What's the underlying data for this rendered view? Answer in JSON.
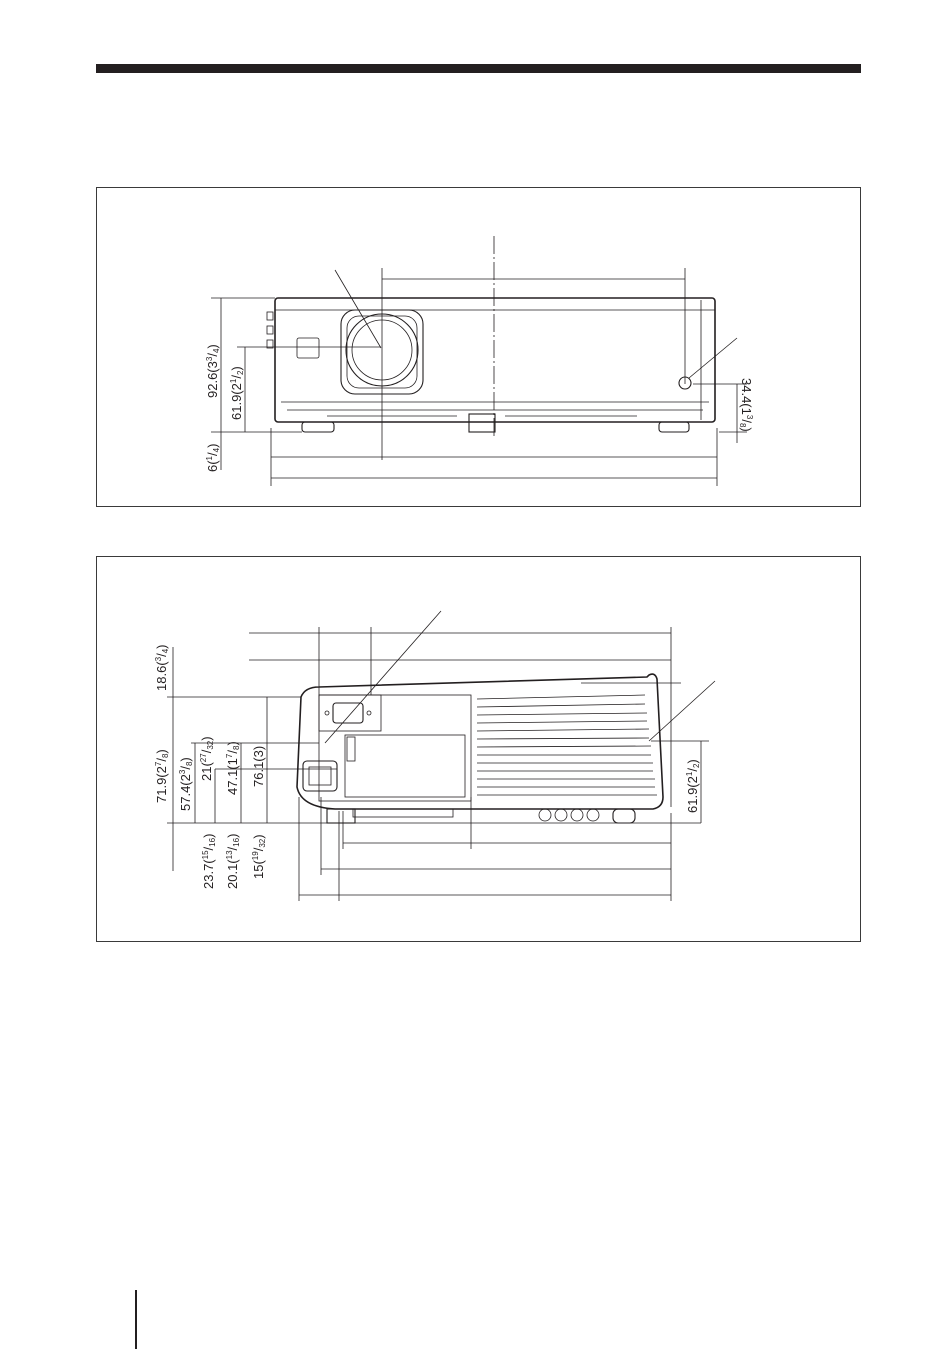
{
  "front_view": {
    "dims": {
      "height_total": "92.6(3",
      "height_total_frac": "3",
      "height_total_den": "4",
      "height_lens": "61.9(2",
      "height_lens_frac": "1",
      "height_lens_den": "2",
      "foot": "6(",
      "foot_frac": "1",
      "foot_den": "4",
      "sensor_height": "34.4(1",
      "sensor_height_frac": "3",
      "sensor_height_den": "8"
    }
  },
  "rear_view": {
    "dims": {
      "d18": "18.6(",
      "d18_frac": "3",
      "d18_den": "4",
      "d71": "71.9(2",
      "d71_frac": "7",
      "d71_den": "8",
      "d57": "57.4(2",
      "d57_frac": "3",
      "d57_den": "8",
      "d21": "21(",
      "d21_frac": "27",
      "d21_den": "32",
      "d47": "47.1(1",
      "d47_frac": "7",
      "d47_den": "8",
      "d76": "76.1(3)",
      "d23": "23.7(",
      "d23_frac": "15",
      "d23_den": "16",
      "d20": "20.1(",
      "d20_frac": "13",
      "d20_den": "16",
      "d15": "15(",
      "d15_frac": "19",
      "d15_den": "32",
      "d61": "61.9(2",
      "d61_frac": "1",
      "d61_den": "2"
    }
  }
}
